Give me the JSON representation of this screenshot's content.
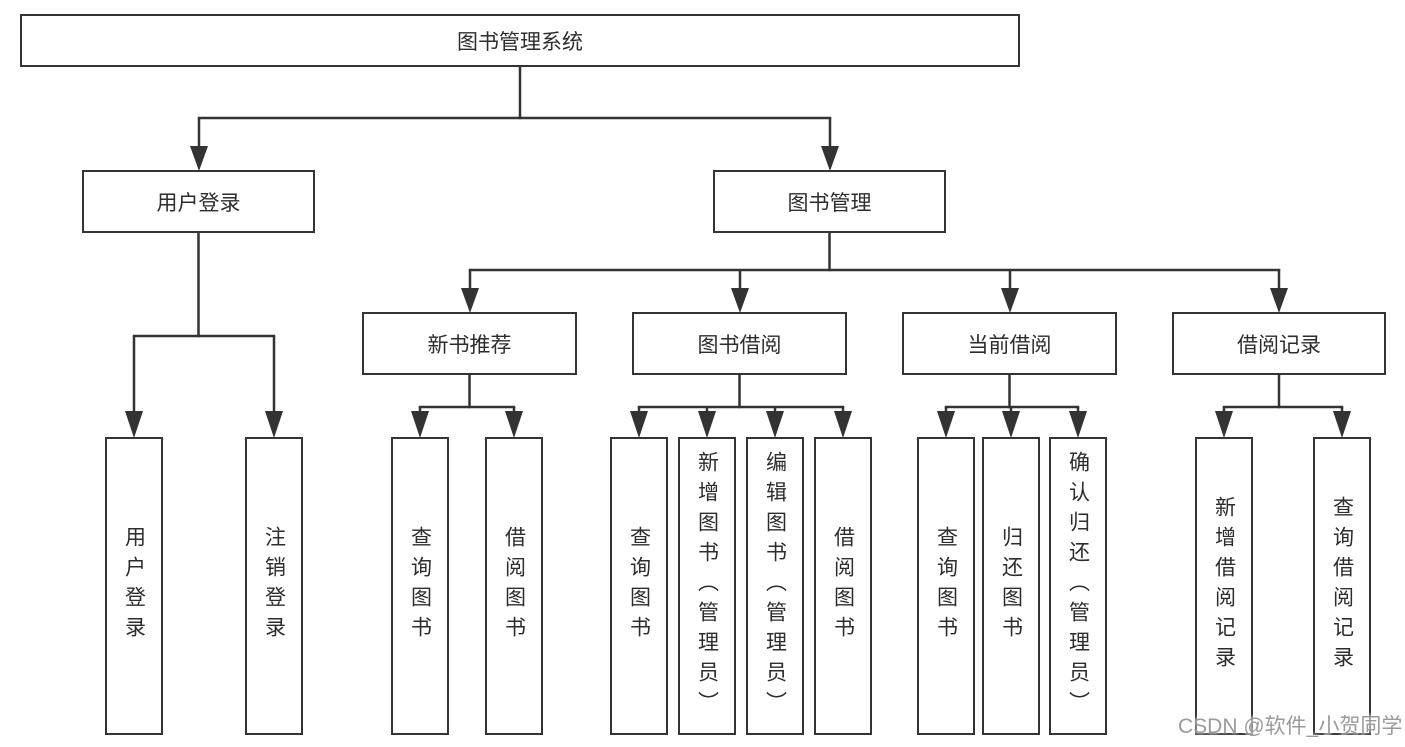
{
  "page": {
    "background": "#ffffff",
    "line_color": "#333333",
    "box_border_color": "#343434",
    "text_color": "#2d2d2d"
  },
  "diagram": {
    "root": {
      "label": "图书管理系统"
    },
    "level2": {
      "user_login": {
        "label": "用户登录"
      },
      "book_management": {
        "label": "图书管理"
      }
    },
    "level3": {
      "new_book_recommend": {
        "label": "新书推荐"
      },
      "book_borrow": {
        "label": "图书借阅"
      },
      "current_borrow": {
        "label": "当前借阅"
      },
      "borrow_records": {
        "label": "借阅记录"
      }
    },
    "leaves": {
      "user_login": [
        "用户登录",
        "注销登录"
      ],
      "new_book": [
        "查询图书",
        "借阅图书"
      ],
      "book_borrow": [
        "查询图书",
        "新增图书（管理员）",
        "编辑图书（管理员）",
        "借阅图书"
      ],
      "current_borrow": [
        "查询图书",
        "归还图书",
        "确认归还（管理员）"
      ],
      "borrow_records": [
        "新增借阅记录",
        "查询借阅记录"
      ]
    }
  },
  "watermark": {
    "text": "CSDN @软件_小贺同学",
    "color": "#919191"
  }
}
